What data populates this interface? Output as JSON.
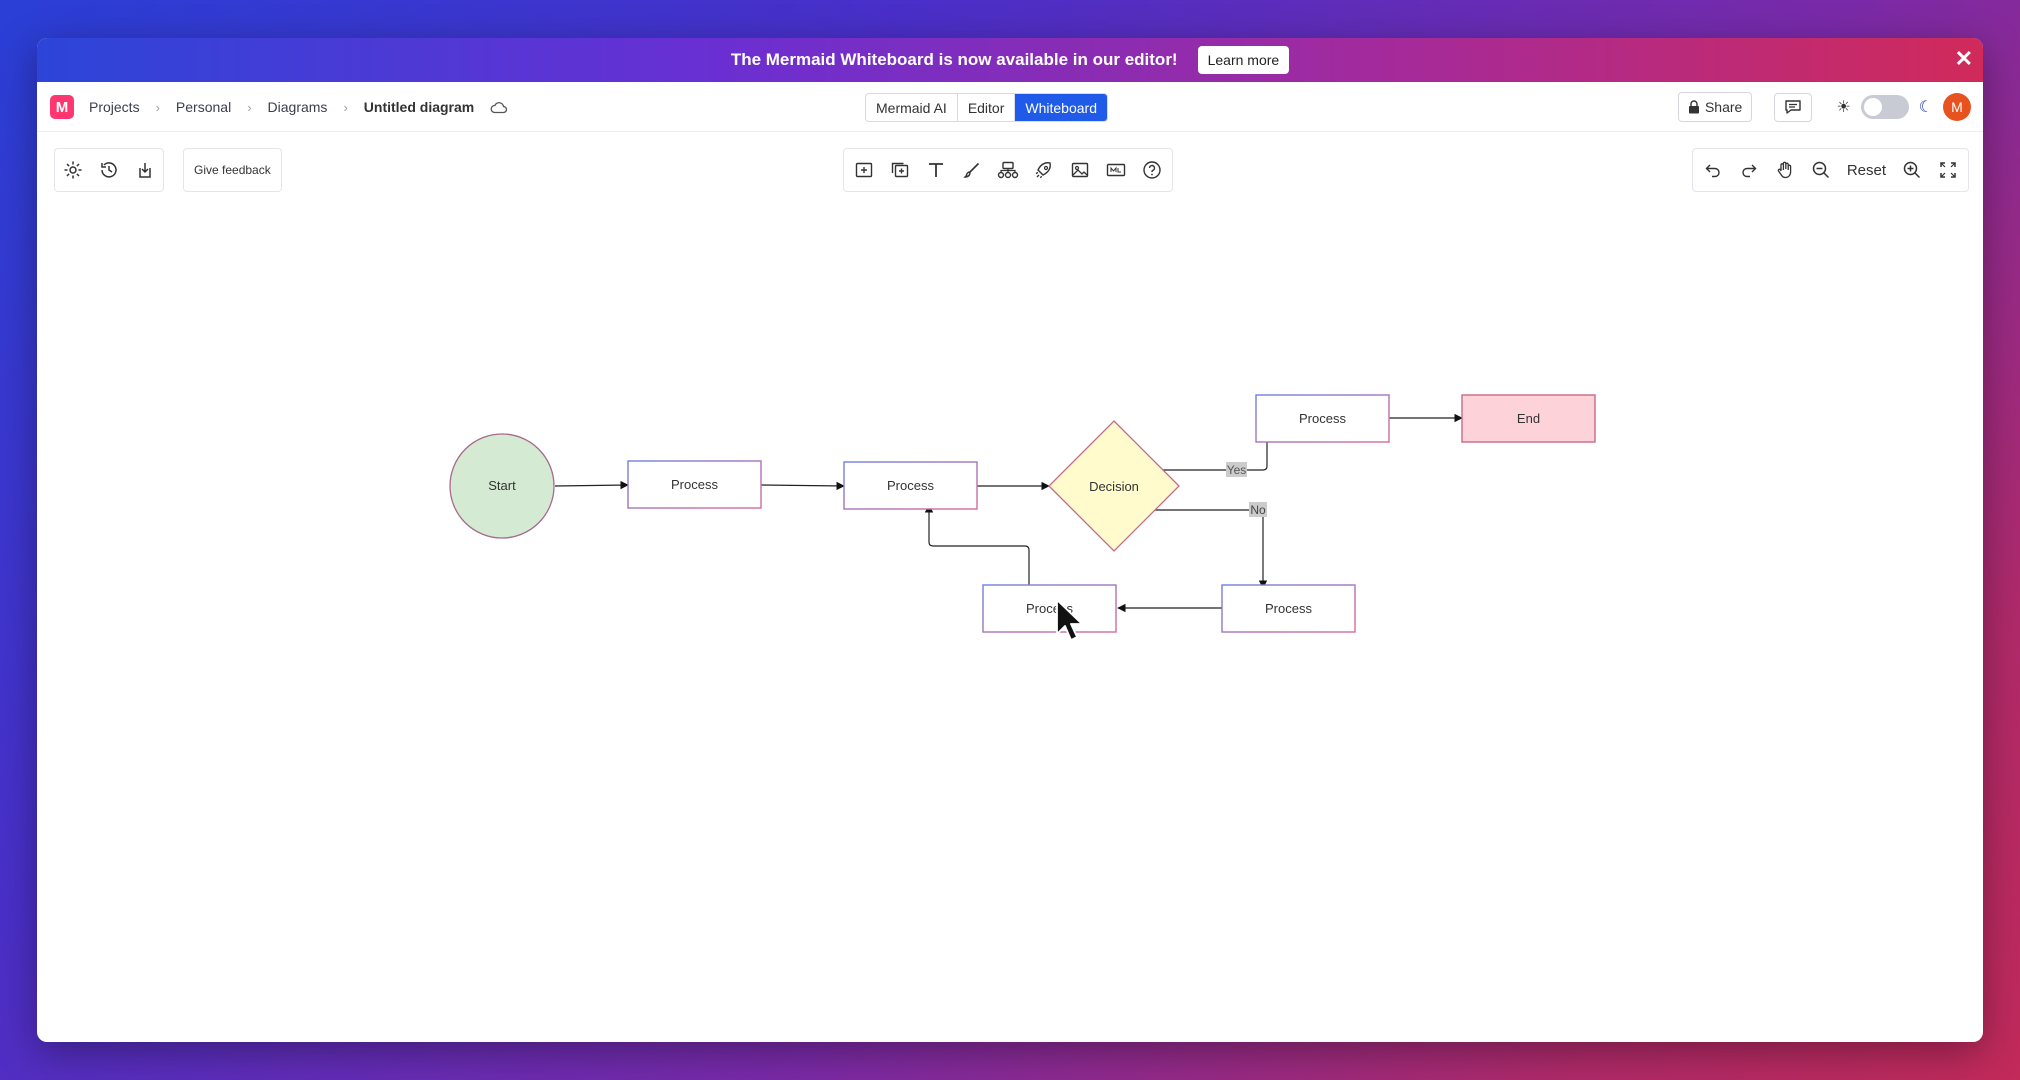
{
  "banner": {
    "text": "The Mermaid Whiteboard is now available in our editor!",
    "button": "Learn more"
  },
  "breadcrumb": {
    "items": [
      "Projects",
      "Personal",
      "Diagrams"
    ],
    "current": "Untitled diagram"
  },
  "modes": [
    "Mermaid AI",
    "Editor",
    "Whiteboard"
  ],
  "active_mode": "Whiteboard",
  "share_label": "Share",
  "avatar_initial": "M",
  "feedback_label": "Give feedback",
  "reset_label": "Reset",
  "diagram": {
    "nodes": {
      "start": "Start",
      "p1": "Process",
      "p2": "Process",
      "decision": "Decision",
      "p_yes": "Process",
      "end": "End",
      "p_no": "Process",
      "p_back": "Process"
    },
    "edge_labels": {
      "yes": "Yes",
      "no": "No"
    },
    "colors": {
      "start_fill": "#d4ead3",
      "decision_fill": "#fffbcc",
      "end_fill": "#fdd3d9",
      "process_fill": "#ffffff"
    }
  }
}
